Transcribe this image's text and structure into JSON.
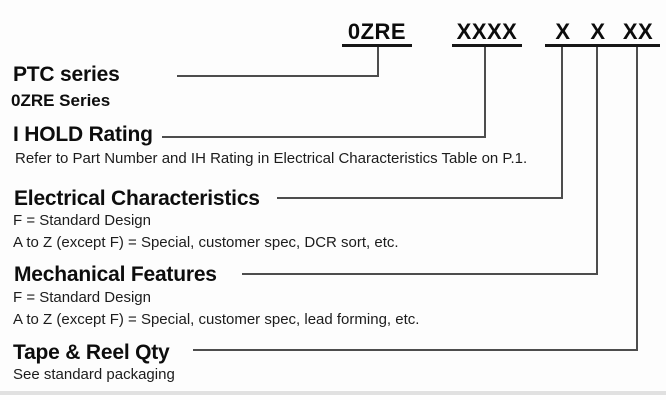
{
  "header": {
    "codes": [
      "0ZRE",
      "XXXX",
      "X",
      "X",
      "XX"
    ]
  },
  "sections": [
    {
      "title": "PTC series",
      "lines": [
        "0ZRE Series"
      ]
    },
    {
      "title": "I HOLD Rating",
      "lines": [
        "Refer to Part Number and IH Rating in Electrical Characteristics Table on P.1."
      ]
    },
    {
      "title": "Electrical Characteristics",
      "lines": [
        "F = Standard Design",
        "A to Z (except F) = Special, customer spec, DCR sort, etc."
      ]
    },
    {
      "title": "Mechanical Features",
      "lines": [
        "F = Standard Design",
        "A to Z (except F) = Special, customer spec, lead forming, etc."
      ]
    },
    {
      "title": "Tape & Reel Qty",
      "lines": [
        "See standard packaging"
      ]
    }
  ],
  "colors": {
    "background": "#fdfdfd",
    "text": "#111111",
    "connector_line": "#4d4d4d",
    "underline": "#161616"
  }
}
